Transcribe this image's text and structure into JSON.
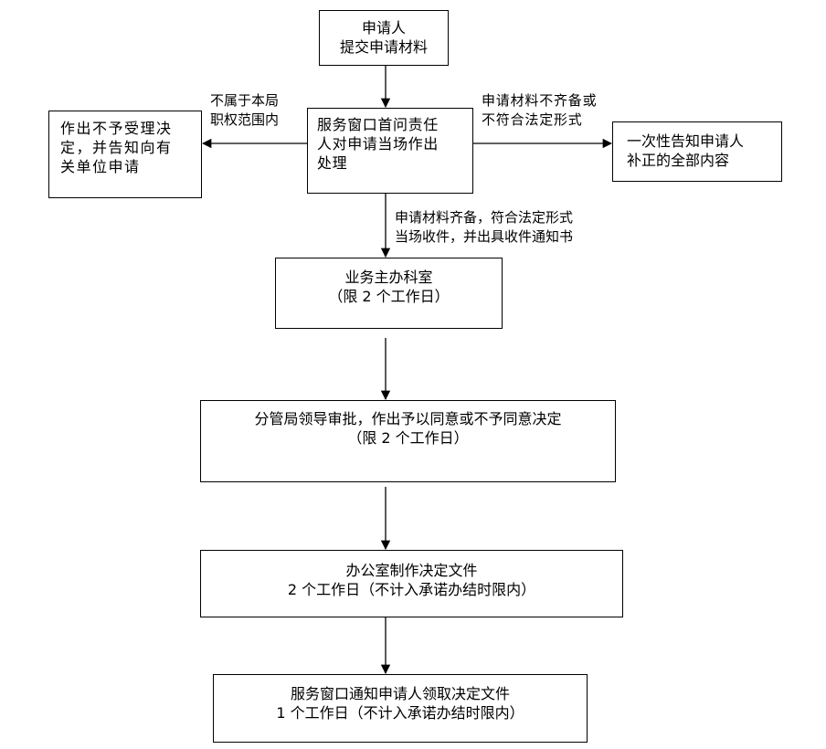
{
  "nodes": {
    "applicant": {
      "lines": [
        "申请人",
        "提交申请材料"
      ]
    },
    "service_window": {
      "lines": [
        "服务窗口首问责任",
        "人对申请当场作出",
        "处理"
      ]
    },
    "reject": {
      "lines": [
        "作出不予受理决",
        "定，并告知向有",
        "关单位申请"
      ]
    },
    "notify_correction": {
      "lines": [
        "一次性告知申请人",
        "补正的全部内容"
      ]
    },
    "business_office": {
      "lines": [
        "业务主办科室",
        "（限 2 个工作日）"
      ]
    },
    "leader_approval": {
      "lines": [
        "分管局领导审批，作出予以同意或不予同意决定",
        "（限 2 个工作日）"
      ]
    },
    "office_document": {
      "lines": [
        "办公室制作决定文件",
        "2 个工作日（不计入承诺办结时限内）"
      ]
    },
    "notify_pickup": {
      "lines": [
        "服务窗口通知申请人领取决定文件",
        "1 个工作日（不计入承诺办结时限内）"
      ]
    }
  },
  "edge_labels": {
    "not_in_scope": [
      "不属于本局",
      "职权范围内"
    ],
    "incomplete": [
      "申请材料不齐备或",
      "不符合法定形式"
    ],
    "complete": [
      "申请材料齐备，符合法定形式",
      "当场收件，并出具收件通知书"
    ]
  }
}
